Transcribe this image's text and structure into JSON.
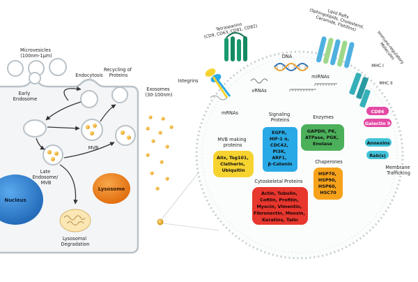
{
  "cell": {
    "microvesicles": [
      "Microvesicles",
      "(100nm-1μm)"
    ],
    "endocytosis": "Endocytosis",
    "recycling": [
      "Recycling of",
      "Proteins"
    ],
    "early_endosome": [
      "Early",
      "Endosome"
    ],
    "mvb": "MVB",
    "late_endosome": [
      "Late",
      "Endosome/",
      "MVB"
    ],
    "lysosome": "Lysosome",
    "nucleus": "Nucleus",
    "lysosomal_degradation": [
      "Lysosomal",
      "Degradation"
    ]
  },
  "exosomes": [
    "Exosomes",
    "(30-100nm)"
  ],
  "exosome_parts": {
    "tetraspanins": [
      "Tetraspanins",
      "(CD9, CD63, CD81, CD82)"
    ],
    "lipid_rafts": [
      "Lipid Rafts",
      "(Sphingolipids, Cholesterol,",
      "Ceramide, Flotillins)"
    ],
    "immuno": [
      "Immuno-regulatory",
      "Molecules"
    ],
    "integrins": "Integrins",
    "dna": "DNA",
    "vrnas": "vRNAs",
    "mirnas": "miRNAs",
    "mrnas": "mRNAs",
    "mhc1": "MHC I",
    "mhc2": "MHC II",
    "membrane_trafficking": [
      "Membrane",
      "Trafficking"
    ],
    "mvb_making_title": [
      "MVB making",
      "proteins"
    ],
    "mvb_making_items": [
      "Alix, Tsg101,",
      "Clatherin,",
      "Ubiquitin"
    ],
    "signaling_title": [
      "Signaling",
      "Proteins"
    ],
    "signaling_items": [
      "EGFR,",
      "HIF-1 α,",
      "CDC42,",
      "PI3K,",
      "ARF1,",
      "β-Catenin"
    ],
    "enzymes_title": "Enzymes",
    "enzymes_items": [
      "GAPDH, PK,",
      "ATPase, PGK,",
      "Enolase"
    ],
    "chaperones_title": "Chaperones",
    "chaperones_items": [
      "HSP70,",
      "HSP90,",
      "HSP60,",
      "HSC70"
    ],
    "cytoskeletal_title": "Cytoskeletal Proteins",
    "cytoskeletal_items": [
      "Actin, Tubulin,",
      "Cofilin, Profilin,",
      "Myocin, Vimentin,",
      "Fibronectin, Meosin,",
      "Keratins, Talin"
    ],
    "pills": [
      "CD86",
      "Galectin 9",
      "Annexins",
      "Rab(s)"
    ]
  },
  "colors": {
    "cell_border": "#b9c2c8",
    "cell_fill": "#f3f5f7",
    "nucleus": "#1f73c7",
    "lysosome": "#e57a12",
    "vesicle_dot": "#f0b429",
    "signaling_box": "#29a9e6",
    "enzymes_box": "#4cb05a",
    "mvb_box": "#f7d330",
    "chaperones_box": "#f7a21b",
    "cytoskeletal_box": "#e8372e",
    "pill_fill": "#e44aa3",
    "pill_fill_2": "#43c3d9",
    "tetraspanin": "#199a6e",
    "lipid_raft": "#9fd88a",
    "mhc": "#35b0b8"
  }
}
